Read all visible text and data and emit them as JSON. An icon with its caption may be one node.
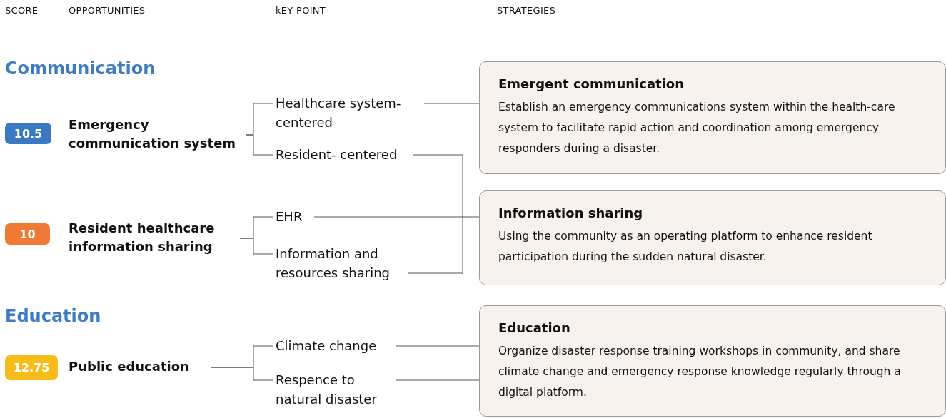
{
  "diagram": {
    "nodes": [
      {
        "text": [
          "10.5"
        ]
      },
      {
        "text": [
          "Emergency communication system"
        ]
      },
      {
        "text": [
          "10"
        ]
      },
      {
        "text": [
          "Resident healthcare information sharing"
        ]
      },
      {
        "text": [
          "12.75"
        ]
      },
      {
        "text": [
          "Public education"
        ]
      },
      {
        "text": [
          "Healthcare system- centered"
        ]
      },
      {
        "text": [
          "Resident- centered"
        ]
      },
      {
        "text": [
          "EHR"
        ]
      },
      {
        "text": [
          "Information and resources sharing"
        ]
      },
      {
        "text": [
          "Climate change"
        ]
      },
      {
        "text": [
          "Respence to natural disaster"
        ]
      },
      {
        "text": [
          "Emergent communication",
          "Establish an emergency communications system within the health-care system to facilitate rapid action and coordination among emergency responders during a disaster."
        ]
      },
      {
        "text": [
          "Information sharing",
          "Using the community as an operating platform to enhance resident participation during the sudden natural disaster."
        ]
      },
      {
        "text": [
          "Education",
          "Organize disaster response training workshops in community, and share climate change and emergency response knowledge regularly through a digital platform."
        ]
      }
    ],
    "edges": [
      {
        "from": 1,
        "to": 6,
        "arrow": "none"
      },
      {
        "from": 1,
        "to": 7,
        "arrow": "none"
      },
      {
        "from": 3,
        "to": 8,
        "arrow": "none"
      },
      {
        "from": 3,
        "to": 9,
        "arrow": "none"
      },
      {
        "from": 5,
        "to": 10,
        "arrow": "none"
      },
      {
        "from": 5,
        "to": 11,
        "arrow": "none"
      },
      {
        "from": 6,
        "to": 12,
        "arrow": "none"
      },
      {
        "from": 7,
        "to": 13,
        "arrow": "none"
      },
      {
        "from": 8,
        "to": 13,
        "arrow": "none"
      },
      {
        "from": 9,
        "to": 13,
        "arrow": "none"
      },
      {
        "from": 10,
        "to": 14,
        "arrow": "none"
      },
      {
        "from": 11,
        "to": 14,
        "arrow": "none"
      }
    ],
    "labels": [
      "SCORE",
      "OPPORTUNITIES",
      "kEY POINT",
      "STRATEGIES",
      "Communication",
      "Education"
    ]
  }
}
